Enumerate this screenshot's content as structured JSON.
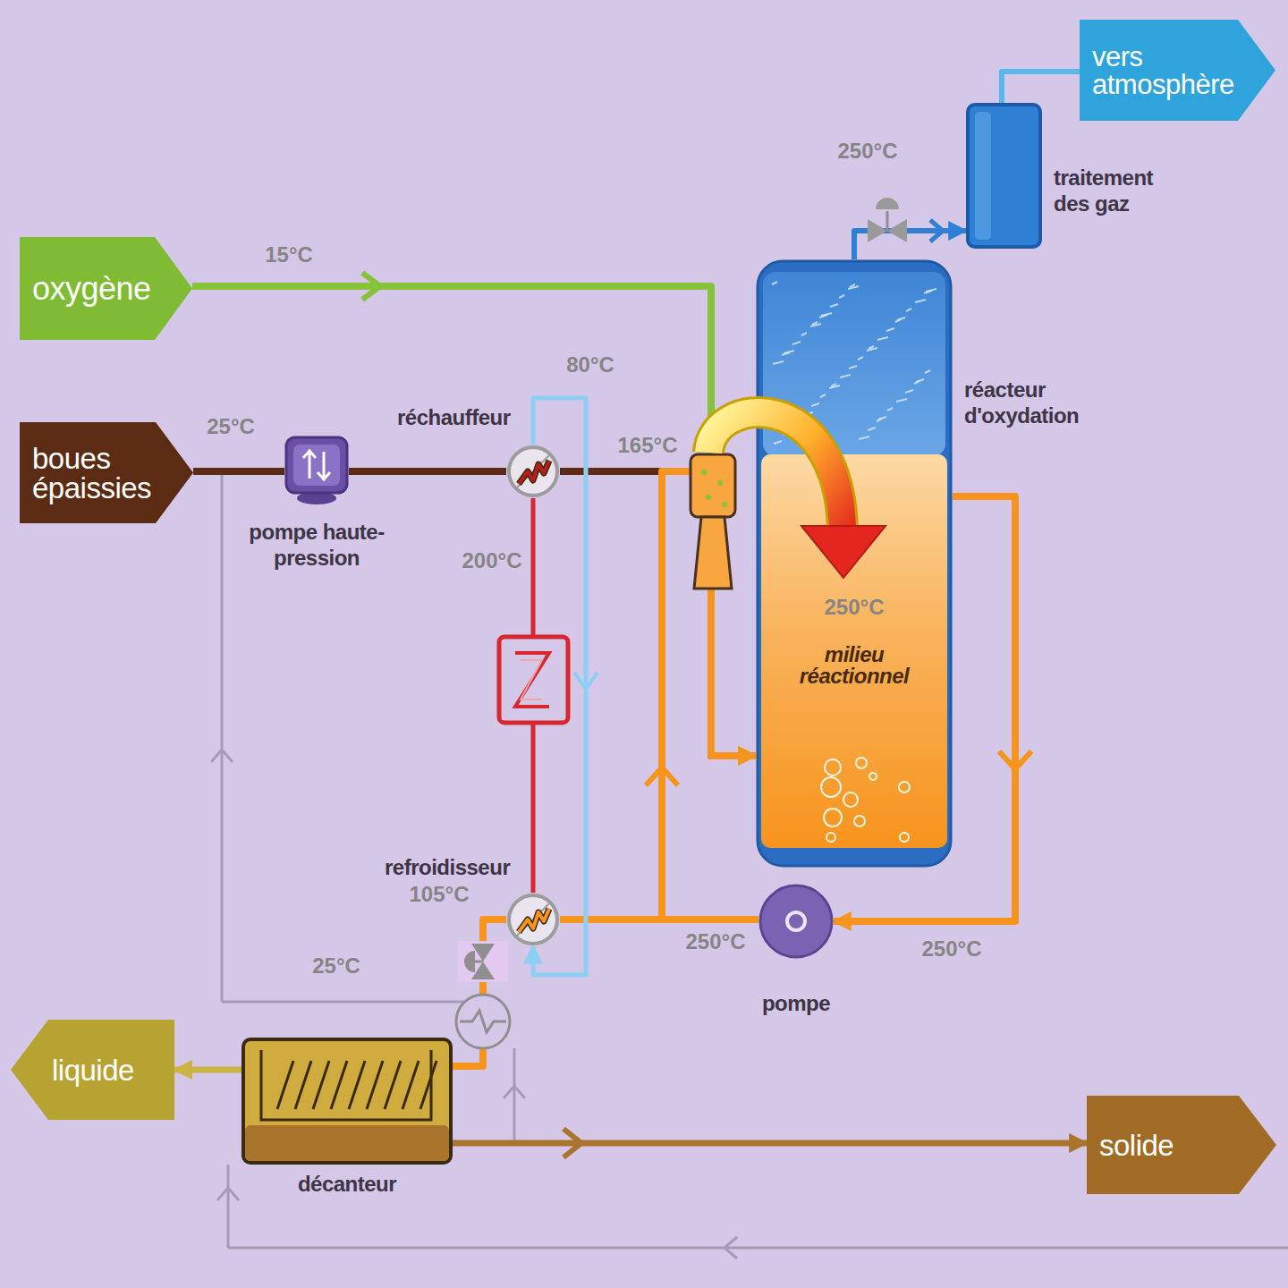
{
  "diagram": {
    "nodes": [
      {
        "text": [
          "oxygène"
        ]
      },
      {
        "text": [
          "boues épaissies"
        ]
      },
      {
        "text": [
          "pompe haute-pression"
        ]
      },
      {
        "text": [
          "réchauffeur"
        ]
      },
      {
        "text": [
          "réacteur d'oxydation"
        ]
      },
      {
        "text": [
          "milieu réactionnel"
        ],
        "in": 4
      },
      {
        "text": [
          "traitement des gaz"
        ]
      },
      {
        "text": [
          "vers atmosphère"
        ]
      },
      {
        "text": [
          "refroidisseur"
        ]
      },
      {
        "text": [
          "pompe"
        ]
      },
      {
        "text": [
          "décanteur"
        ]
      },
      {
        "text": [
          "liquide"
        ]
      },
      {
        "text": [
          "solide"
        ]
      }
    ],
    "edges": [
      {
        "from": 0,
        "to": 4,
        "arrow": "to"
      },
      {
        "from": 1,
        "to": 2,
        "arrow": "none"
      },
      {
        "from": 2,
        "to": 3,
        "arrow": "none"
      },
      {
        "from": 3,
        "to": 4,
        "arrow": "none"
      },
      {
        "from": 4,
        "to": 6,
        "arrow": "to"
      },
      {
        "from": 6,
        "to": 7,
        "arrow": "none"
      },
      {
        "from": 4,
        "to": 9,
        "arrow": "to"
      },
      {
        "from": 9,
        "to": 4,
        "arrow": "to"
      },
      {
        "from": 9,
        "to": 8,
        "arrow": "none"
      },
      {
        "from": 8,
        "to": 10,
        "arrow": "none"
      },
      {
        "from": 10,
        "to": 11,
        "arrow": "to"
      },
      {
        "from": 10,
        "to": 12,
        "arrow": "to"
      },
      {
        "from": 3,
        "to": 8,
        "arrow": "to"
      },
      {
        "from": 8,
        "to": 3,
        "arrow": "none"
      }
    ],
    "labels": [
      "15°C",
      "25°C",
      "80°C",
      "165°C",
      "200°C",
      "250°C",
      "250°C",
      "105°C",
      "25°C",
      "250°C",
      "250°C"
    ]
  }
}
